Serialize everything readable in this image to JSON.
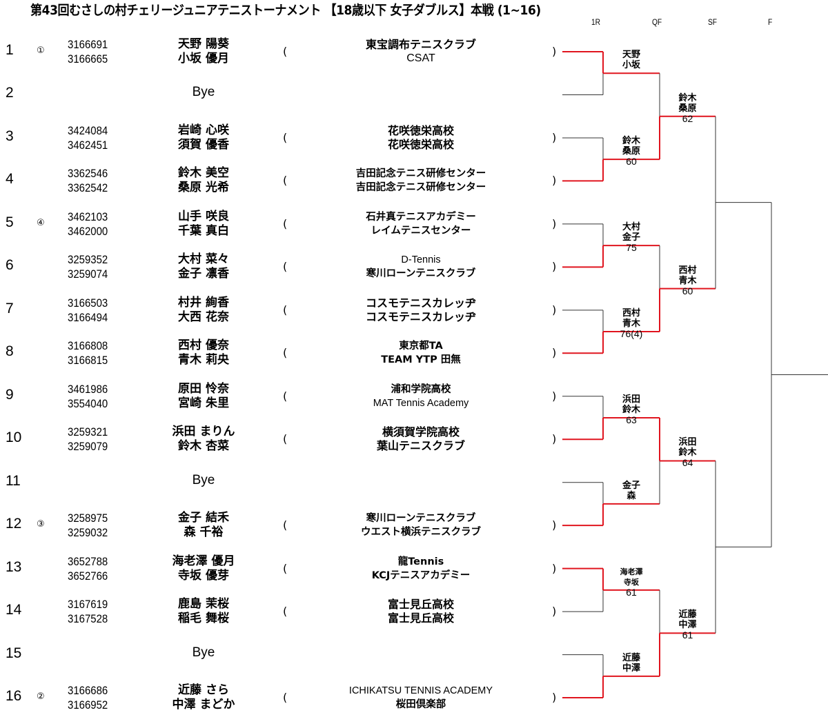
{
  "title": "第43回むさしの村チェリージュニアテニストーナメント 【18歳以下 女子ダブルス】本戦 (1~16)",
  "rounds": [
    "1R",
    "QF",
    "SF",
    "F"
  ],
  "colors": {
    "winner_line": "#e0141e",
    "line": "#333333",
    "text": "#000000"
  },
  "draw": [
    {
      "no": "1",
      "seed": "①",
      "ids": [
        "3166691",
        "3166665"
      ],
      "names": [
        "天野 陽葵",
        "小坂 優月"
      ],
      "clubs": [
        "東宝調布テニスクラブ",
        "CSAT"
      ]
    },
    {
      "no": "2",
      "bye": "Bye"
    },
    {
      "no": "3",
      "seed": "",
      "ids": [
        "3424084",
        "3462451"
      ],
      "names": [
        "岩崎 心咲",
        "須賀 優香"
      ],
      "clubs": [
        "花咲徳栄高校",
        "花咲徳栄高校"
      ]
    },
    {
      "no": "4",
      "seed": "",
      "ids": [
        "3362546",
        "3362542"
      ],
      "names": [
        "鈴木 美空",
        "桑原 光希"
      ],
      "clubs": [
        "吉田記念テニス研修センター",
        "吉田記念テニス研修センター"
      ]
    },
    {
      "no": "5",
      "seed": "④",
      "ids": [
        "3462103",
        "3462000"
      ],
      "names": [
        "山手 咲良",
        "千葉 真白"
      ],
      "clubs": [
        "石井真テニスアカデミー",
        "レイムテニスセンター"
      ]
    },
    {
      "no": "6",
      "seed": "",
      "ids": [
        "3259352",
        "3259074"
      ],
      "names": [
        "大村 菜々",
        "金子 凛香"
      ],
      "clubs": [
        "D-Tennis",
        "寒川ローンテニスクラブ"
      ]
    },
    {
      "no": "7",
      "seed": "",
      "ids": [
        "3166503",
        "3166494"
      ],
      "names": [
        "村井 絢香",
        "大西 花奈"
      ],
      "clubs": [
        "コスモテニスカレッヂ",
        "コスモテニスカレッヂ"
      ]
    },
    {
      "no": "8",
      "seed": "",
      "ids": [
        "3166808",
        "3166815"
      ],
      "names": [
        "西村 優奈",
        "青木 莉央"
      ],
      "clubs": [
        "東京都TA",
        "TEAM YTP 田無"
      ]
    },
    {
      "no": "9",
      "seed": "",
      "ids": [
        "3461986",
        "3554040"
      ],
      "names": [
        "原田 怜奈",
        "宮崎 朱里"
      ],
      "clubs": [
        "浦和学院高校",
        "MAT Tennis Academy"
      ]
    },
    {
      "no": "10",
      "seed": "",
      "ids": [
        "3259321",
        "3259079"
      ],
      "names": [
        "浜田 まりん",
        "鈴木 杏菜"
      ],
      "clubs": [
        "横須賀学院高校",
        "葉山テニスクラブ"
      ]
    },
    {
      "no": "11",
      "bye": "Bye"
    },
    {
      "no": "12",
      "seed": "③",
      "ids": [
        "3258975",
        "3259032"
      ],
      "names": [
        "金子 結禾",
        "森 千裕"
      ],
      "clubs": [
        "寒川ローンテニスクラブ",
        "ウエスト横浜テニスクラブ"
      ]
    },
    {
      "no": "13",
      "seed": "",
      "ids": [
        "3652788",
        "3652766"
      ],
      "names": [
        "海老澤 優月",
        "寺坂 優芽"
      ],
      "clubs": [
        "龍Tennis",
        "KCJテニスアカデミー"
      ]
    },
    {
      "no": "14",
      "seed": "",
      "ids": [
        "3167619",
        "3167528"
      ],
      "names": [
        "鹿島 茉桜",
        "稲毛 舞桜"
      ],
      "clubs": [
        "富士見丘高校",
        "富士見丘高校"
      ]
    },
    {
      "no": "15",
      "bye": "Bye"
    },
    {
      "no": "16",
      "seed": "②",
      "ids": [
        "3166686",
        "3166952"
      ],
      "names": [
        "近藤 さら",
        "中澤 まどか"
      ],
      "clubs": [
        "ICHIKATSU TENNIS ACADEMY",
        "桜田倶楽部"
      ]
    }
  ],
  "paren_open": "(",
  "paren_close": ")",
  "results": {
    "r1": [
      {
        "winner_slot": 0,
        "names": [
          "天野",
          "小坂"
        ],
        "score": ""
      },
      {
        "winner_slot": 1,
        "names": [
          "鈴木",
          "桑原"
        ],
        "score": "60"
      },
      {
        "winner_slot": 1,
        "names": [
          "大村",
          "金子"
        ],
        "score": "75"
      },
      {
        "winner_slot": 1,
        "names": [
          "西村",
          "青木"
        ],
        "score": "76(4)"
      },
      {
        "winner_slot": 1,
        "names": [
          "浜田",
          "鈴木"
        ],
        "score": "63"
      },
      {
        "winner_slot": 1,
        "names": [
          "金子",
          "森"
        ],
        "score": ""
      },
      {
        "winner_slot": 0,
        "names": [
          "海老澤",
          "寺坂"
        ],
        "score": "61"
      },
      {
        "winner_slot": 1,
        "names": [
          "近藤",
          "中澤"
        ],
        "score": ""
      }
    ],
    "qf": [
      {
        "winner_slot": 1,
        "names": [
          "鈴木",
          "桑原"
        ],
        "score": "62"
      },
      {
        "winner_slot": 1,
        "names": [
          "西村",
          "青木"
        ],
        "score": "60"
      },
      {
        "winner_slot": 0,
        "names": [
          "浜田",
          "鈴木"
        ],
        "score": "64"
      },
      {
        "winner_slot": 1,
        "names": [
          "近藤",
          "中澤"
        ],
        "score": "61"
      }
    ],
    "sf": [],
    "f": []
  }
}
